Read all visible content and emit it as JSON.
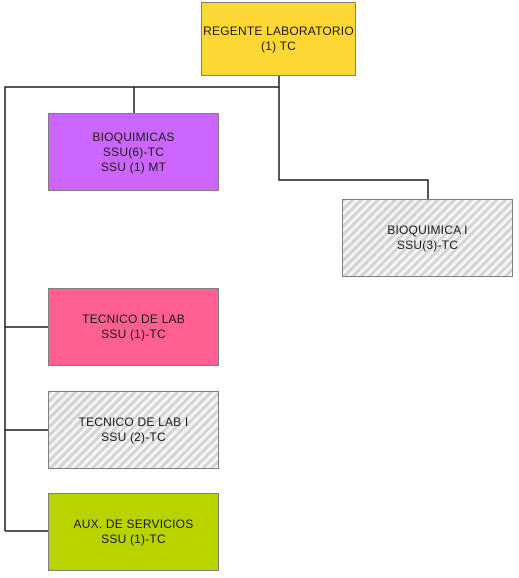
{
  "nodes": {
    "regente": {
      "line1": "REGENTE LABORATORIO",
      "line2": "(1) TC",
      "fill": "#fdd835"
    },
    "bioquimicas": {
      "line1": "BIOQUIMICAS",
      "line2": "SSU(6)-TC",
      "line3": "SSU (1) MT",
      "fill": "#cc66ff"
    },
    "bioquimica1": {
      "line1": "BIOQUIMICA I",
      "line2": "SSU(3)-TC",
      "fill": "hatched-gray"
    },
    "tecnico": {
      "line1": "TECNICO DE LAB",
      "line2": "SSU (1)-TC",
      "fill": "#ff5f91"
    },
    "tecnico1": {
      "line1": "TECNICO DE LAB I",
      "line2": "SSU (2)-TC",
      "fill": "hatched-gray"
    },
    "aux": {
      "line1": "AUX. DE SERVICIOS",
      "line2": "SSU (1)-TC",
      "fill": "#b9d300"
    }
  },
  "edges": [
    {
      "from": "regente",
      "to": "bioquimicas"
    },
    {
      "from": "regente",
      "to": "bioquimica1"
    },
    {
      "from": "regente",
      "to": "tecnico"
    },
    {
      "from": "regente",
      "to": "tecnico1"
    },
    {
      "from": "regente",
      "to": "aux"
    }
  ],
  "line_color": "#1f1f1f"
}
